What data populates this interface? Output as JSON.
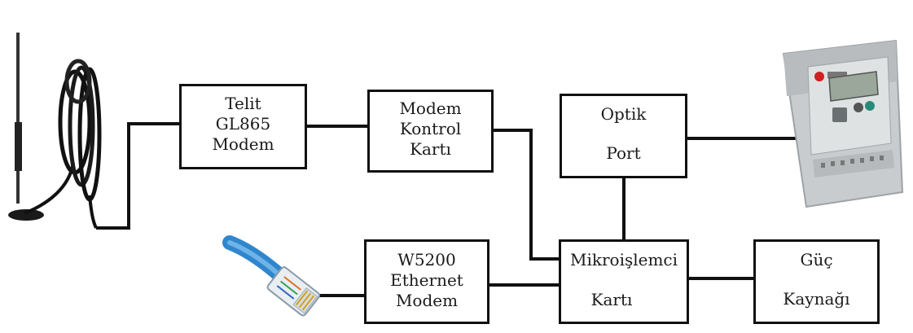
{
  "blocks": {
    "telit_modem": {
      "lines": [
        "Telit",
        "GL865",
        "Modem"
      ]
    },
    "modem_control": {
      "lines": [
        "Modem",
        "Kontrol",
        "Kartı"
      ]
    },
    "optical_port": {
      "lines": [
        "Optik",
        "Port"
      ]
    },
    "microprocessor": {
      "lines": [
        "Mikroişlemci",
        "Kartı"
      ]
    },
    "w5200_modem": {
      "lines": [
        "W5200",
        "Ethernet",
        "Modem"
      ]
    },
    "power_supply": {
      "lines": [
        "Güç",
        "Kaynağı"
      ]
    }
  },
  "colors": {
    "line": "#111111",
    "cable": "#2f86cc",
    "meter_body": "#c9ccce",
    "meter_display": "#9aa79a"
  }
}
